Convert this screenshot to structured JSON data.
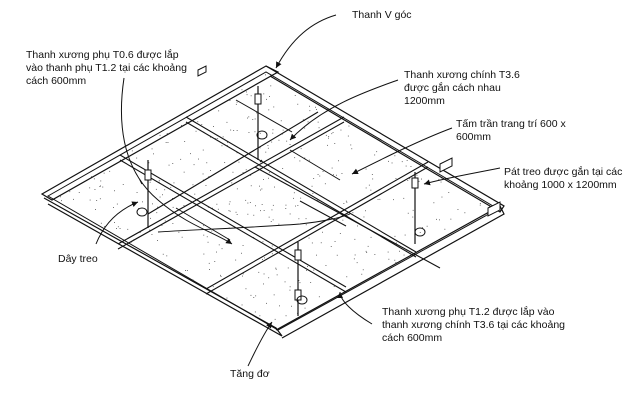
{
  "labels": {
    "corner_angle": {
      "lines": [
        "Thanh V góc"
      ]
    },
    "cross_tee_t06": {
      "lines": [
        "Thanh xương phụ T0.6 được lắp",
        "vào thanh phụ T1.2 tại các khoảng",
        "cách 600mm"
      ]
    },
    "main_tee": {
      "lines": [
        "Thanh xương chính T3.6",
        "được gắn cách nhau",
        "1200mm"
      ]
    },
    "ceiling_tile": {
      "lines": [
        "Tấm trần trang trí 600 x",
        "600mm"
      ]
    },
    "hanger_bracket": {
      "lines": [
        "Pát treo được gắn tại các",
        "khoảng 1000 x 1200mm"
      ]
    },
    "hanger_wire": {
      "lines": [
        "Dây treo"
      ]
    },
    "cross_tee_t12": {
      "lines": [
        "Thanh xương phụ T1.2 được lắp vào",
        "thanh xương chính T3.6 tại các khoảng",
        "cách 600mm"
      ]
    },
    "turnbuckle": {
      "lines": [
        "Tăng đơ"
      ]
    }
  },
  "colors": {
    "line": "#111111",
    "tile_fill": "#ffffff",
    "speckle": "#555555"
  }
}
